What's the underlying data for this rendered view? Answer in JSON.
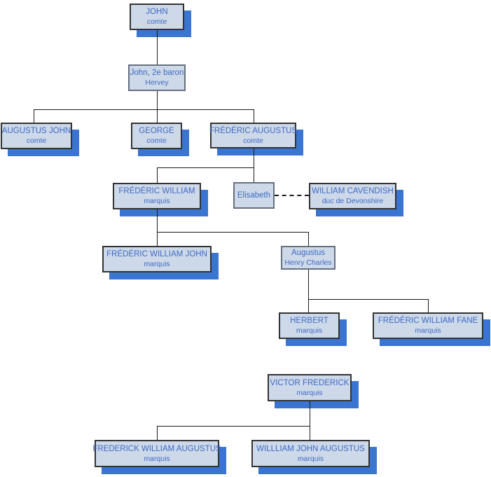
{
  "diagram": {
    "type": "family-tree",
    "colors": {
      "background": "#ffffff",
      "node_fill": "#cdd9e8",
      "node_border_strong": "#333333",
      "node_border_plain": "#667080",
      "node_shadow": "#3a75d1",
      "text": "#3f69c6",
      "connector": "#1a1a1a"
    },
    "nodes": [
      {
        "id": "john",
        "line1": "JOHN",
        "line2": "comte"
      },
      {
        "id": "john-2e-baron-hervey",
        "line1": "John, 2e baron",
        "line2": "Hervey"
      },
      {
        "id": "augustus-john",
        "line1": "AUGUSTUS JOHN",
        "line2": "comte"
      },
      {
        "id": "george",
        "line1": "GEORGE",
        "line2": "comte"
      },
      {
        "id": "frederic-augustus",
        "line1": "FRÉDÉRIC AUGUSTUS",
        "line2": "comte"
      },
      {
        "id": "frederic-william",
        "line1": "FRÉDÉRIC WILLIAM",
        "line2": "marquis"
      },
      {
        "id": "elisabeth",
        "line1": "Elisabeth",
        "line2": ""
      },
      {
        "id": "william-cavendish",
        "line1": "WILLIAM CAVENDISH",
        "line2": "duc de Devonshire"
      },
      {
        "id": "frederic-william-john",
        "line1": "FRÉDÉRIC WILLIAM JOHN",
        "line2": "marquis"
      },
      {
        "id": "augustus-henry-charles",
        "line1": "Augustus",
        "line2": "Henry Charles"
      },
      {
        "id": "herbert",
        "line1": "HERBERT",
        "line2": "marquis"
      },
      {
        "id": "frederic-william-fane",
        "line1": "FRÉDÉRIC WILLIAM FANE",
        "line2": "marquis"
      },
      {
        "id": "victor-frederick",
        "line1": "VICTOR FREDERICK",
        "line2": "marquis"
      },
      {
        "id": "frederick-william-augustus",
        "line1": "FREDERICK WILLIAM AUGUSTUS",
        "line2": "marquis"
      },
      {
        "id": "willliam-john-augustus",
        "line1": "WILLLIAM JOHN AUGUSTUS",
        "line2": "marquis"
      }
    ],
    "edges": [
      {
        "from": "john",
        "to": "john-2e-baron-hervey",
        "type": "descent"
      },
      {
        "from": "john-2e-baron-hervey",
        "to": "augustus-john",
        "type": "descent"
      },
      {
        "from": "john-2e-baron-hervey",
        "to": "george",
        "type": "descent"
      },
      {
        "from": "john-2e-baron-hervey",
        "to": "frederic-augustus",
        "type": "descent"
      },
      {
        "from": "frederic-augustus",
        "to": "frederic-william",
        "type": "descent"
      },
      {
        "from": "frederic-augustus",
        "to": "elisabeth",
        "type": "descent"
      },
      {
        "from": "elisabeth",
        "to": "william-cavendish",
        "type": "marriage"
      },
      {
        "from": "frederic-william",
        "to": "frederic-william-john",
        "type": "descent"
      },
      {
        "from": "frederic-william",
        "to": "augustus-henry-charles",
        "type": "descent"
      },
      {
        "from": "augustus-henry-charles",
        "to": "herbert",
        "type": "descent"
      },
      {
        "from": "augustus-henry-charles",
        "to": "frederic-william-fane",
        "type": "descent"
      },
      {
        "from": "victor-frederick",
        "to": "frederick-william-augustus",
        "type": "descent"
      },
      {
        "from": "victor-frederick",
        "to": "willliam-john-augustus",
        "type": "descent"
      }
    ]
  }
}
